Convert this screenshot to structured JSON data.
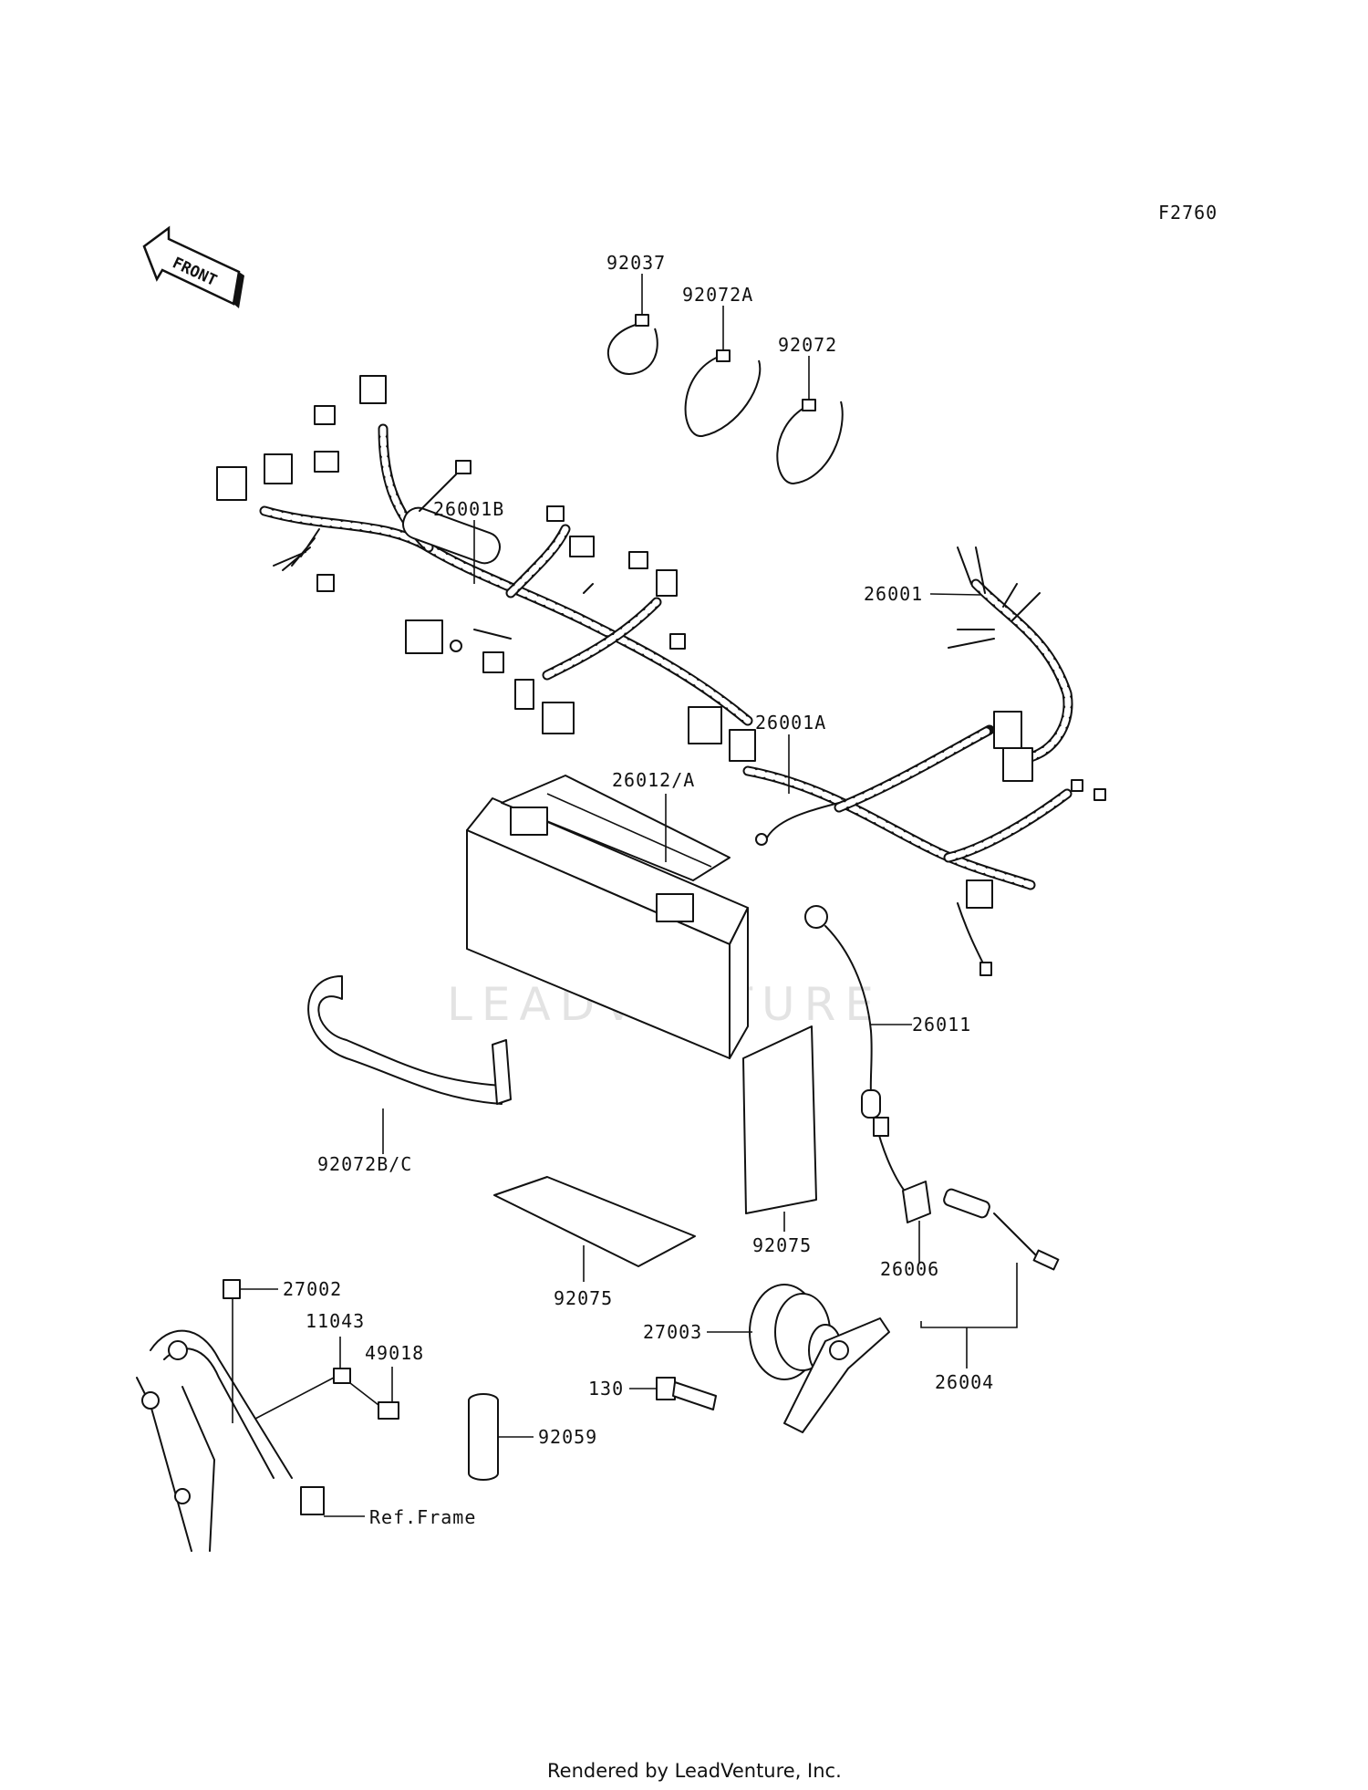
{
  "diagram": {
    "figure_code": "F2760",
    "front_arrow_text": "FRONT",
    "watermark": "LEADVENTURE",
    "footer": "Rendered by LeadVenture, Inc."
  },
  "labels": {
    "l_92037": "92037",
    "l_92072A": "92072A",
    "l_92072": "92072",
    "l_26001B": "26001B",
    "l_26001": "26001",
    "l_26001A": "26001A",
    "l_26012A": "26012/A",
    "l_26011": "26011",
    "l_92072BC": "92072B/C",
    "l_92075_right": "92075",
    "l_92075_left": "92075",
    "l_26006": "26006",
    "l_27002": "27002",
    "l_11043": "11043",
    "l_49018": "49018",
    "l_27003": "27003",
    "l_130": "130",
    "l_26004": "26004",
    "l_92059": "92059",
    "l_ref_frame": "Ref.Frame"
  }
}
